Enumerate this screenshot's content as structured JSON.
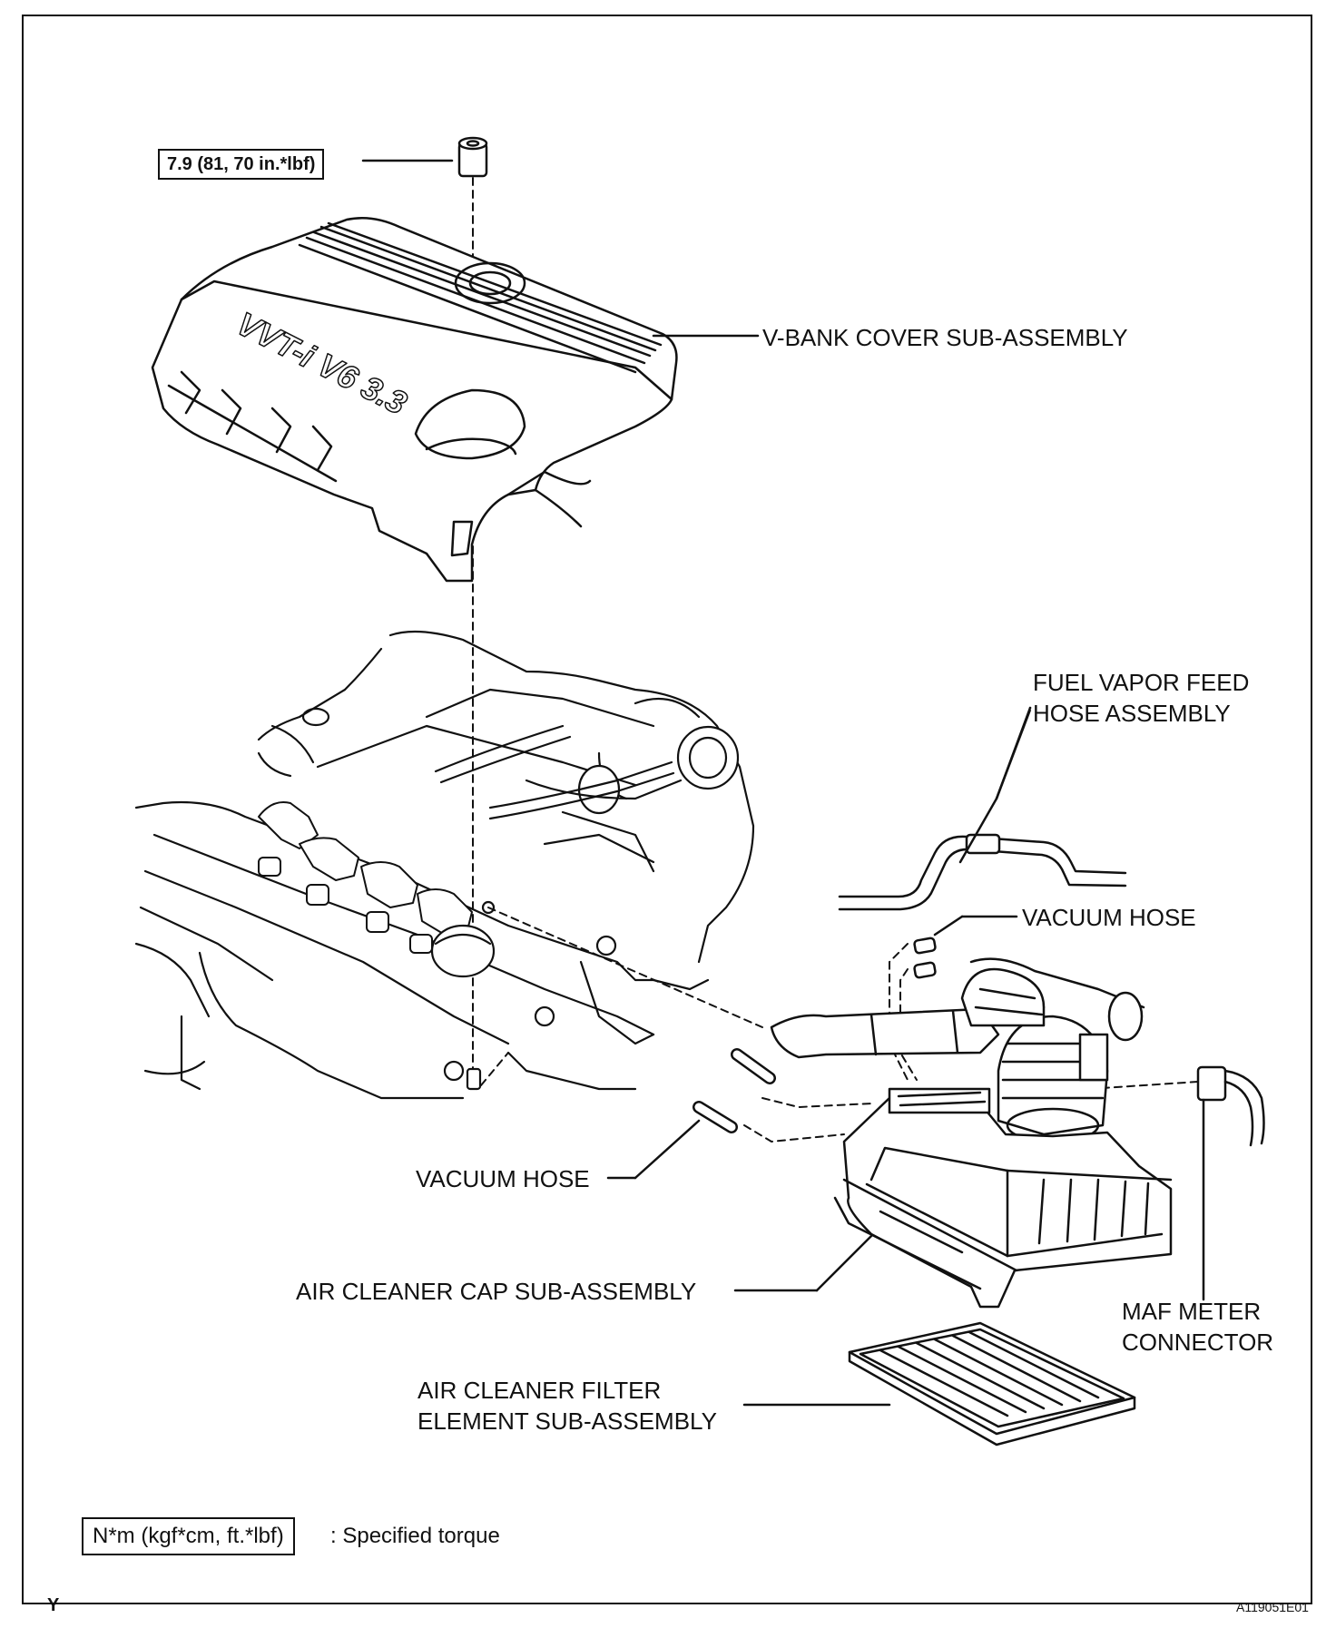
{
  "torque_callout": "7.9 (81, 70 in.*lbf)",
  "cover": {
    "label": "V-BANK COVER SUB-ASSEMBLY",
    "emblem_text": "VVT-i V6 3.3"
  },
  "fuel_vapor": {
    "line1": "FUEL VAPOR FEED",
    "line2": "HOSE ASSEMBLY"
  },
  "vacuum_hose_upper": "VACUUM HOSE",
  "vacuum_hose_lower": "VACUUM HOSE",
  "air_cleaner_cap": "AIR CLEANER CAP SUB-ASSEMBLY",
  "maf": {
    "line1": "MAF METER",
    "line2": "CONNECTOR"
  },
  "filter": {
    "line1": "AIR CLEANER FILTER",
    "line2": "ELEMENT SUB-ASSEMBLY"
  },
  "legend": {
    "box": "N*m (kgf*cm, ft.*lbf)",
    "text": ": Specified torque"
  },
  "footer": {
    "left": "Y",
    "right": "A119051E01"
  }
}
